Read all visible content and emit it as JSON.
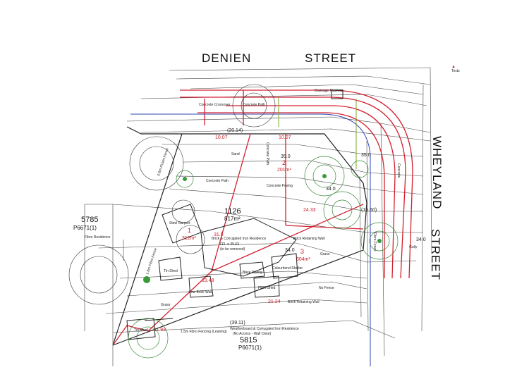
{
  "streets": {
    "north": [
      "DENIEN",
      "STREET"
    ],
    "east": [
      "WHEYLAND",
      "STREET"
    ]
  },
  "corner_note": "Texts",
  "lots": {
    "main": {
      "number": "1126",
      "area": "817m²"
    },
    "west": {
      "number": "5785",
      "plan": "P6671(1)"
    },
    "south": {
      "number": "5815",
      "plan": "P6671(1)"
    }
  },
  "subdivision": {
    "lot1": {
      "number": "1",
      "area": "312m²"
    },
    "lot2": {
      "number": "2",
      "area": "201m²"
    },
    "lot3": {
      "number": "3",
      "area": "304m²"
    }
  },
  "dimensions": {
    "north": "(20.14)",
    "south": "(39.11)",
    "east": "(15.60)",
    "d1": "10.07",
    "d2": "10.07",
    "d3": "24.33",
    "d4": "31.5",
    "d5": "21.24",
    "d6": "19.48",
    "d7": "11.93"
  },
  "levels": {
    "l1": "35.0",
    "l2": "35.0",
    "l3": "34.0",
    "l4": "34.0",
    "l5": "34.0"
  },
  "labels": {
    "drainage": "Drainage Manhole",
    "crossover": "Concrete Crossover",
    "concrete_path_top": "Concrete Path",
    "sand": "Sand",
    "concrete_pathway": "Concrete Path",
    "concrete_path_mid": "Concrete Path",
    "concrete_paving": "Concrete Paving",
    "concrete_east": "Concrete",
    "steel_carport": "Steel Carport",
    "residence": "Brick & Corrugated Iron Residence",
    "ffl": "FFL = 35.63",
    "removed": "(to be removed)",
    "brick_retaining_wall": "Brick Retaining Wall",
    "grass_east": "Grass",
    "brick_paving": "Brick Paving",
    "colourbond_shelter": "Colourbond Shelter",
    "fibro_shed": "Fibro Shed",
    "tin_shed": "Tin Shed",
    "low_brick_wall": "Low Brick Wall",
    "brick_retaining_wall_2": "Brick Retaining Wall",
    "grass_south": "Grass",
    "tin_shed_2": "Tin Shed",
    "fibro_fencing": "1.5m Fibro Fencing (Leaning)",
    "no_fence": "No Fence",
    "weatherboard": "Weatherboard & Corrugated Iron Residence",
    "no_access": "(No Access - Wall Clear)",
    "fibro_residence": "Fibro Residence",
    "gully": "Gully",
    "fence_west": "1.8m Fibro Fence",
    "fence_nw": "0.8m Picket Fence",
    "fence_east": "Fibro Fence"
  }
}
